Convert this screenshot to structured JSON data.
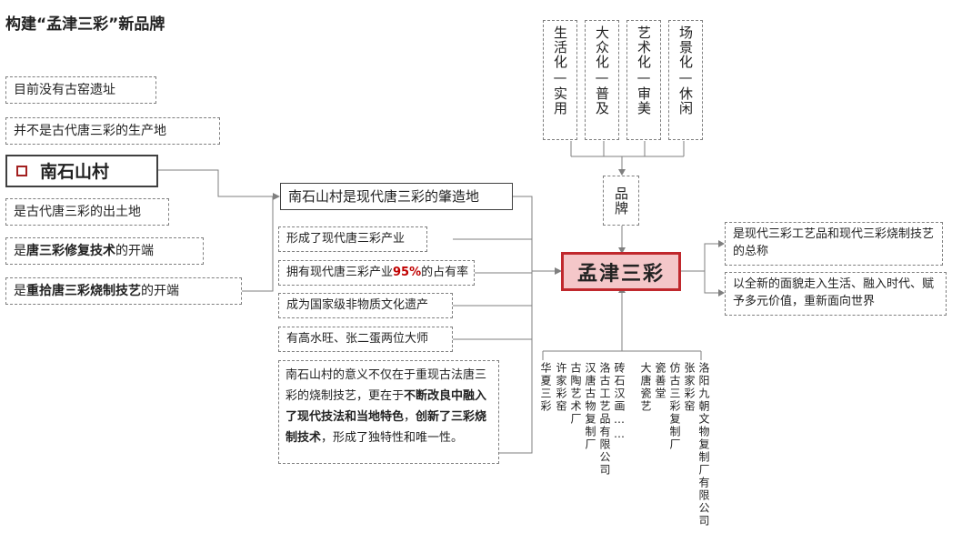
{
  "title": "构建“孟津三彩”新品牌",
  "left_items": {
    "item1": "目前没有古窑遗址",
    "item2": "并不是古代唐三彩的生产地",
    "place": "南石山村",
    "item3": "是古代唐三彩的出土地",
    "item4_a": "是",
    "item4_b": "唐三彩修复技术",
    "item4_c": "的开端",
    "item5_a": "是",
    "item5_b": "重拾唐三彩烧制技艺",
    "item5_c": "的开端"
  },
  "middle": {
    "origin": "南石山村是现代唐三彩的肇造地",
    "fact1": "形成了现代唐三彩产业",
    "fact2_a": "拥有现代唐三彩产业",
    "fact2_pct": "95%",
    "fact2_b": "的占有率",
    "fact3": "成为国家级非物质文化遗产",
    "fact4": "有高水旺、张二蛋两位大师",
    "meaning_a": "南石山村的意义不仅在于重现古法唐三彩的烧制技艺，更在于",
    "meaning_b": "不断改良中融入了现代技法和当地特色",
    "meaning_c": "，",
    "meaning_d": "创新了三彩烧制技术",
    "meaning_e": "，形成了独特性和唯一性。"
  },
  "center": {
    "brand_label": "品牌",
    "brand_name": "孟津三彩",
    "colors": {
      "brand_fill": "#f4c7c9",
      "brand_border": "#c0282d"
    }
  },
  "top_tags": [
    "生活化—实用",
    "大众化—普及",
    "艺术化—审美",
    "场景化—休闲"
  ],
  "right_items": {
    "def1": "是现代三彩工艺品和现代三彩烧制技艺的总称",
    "def2": "以全新的面貌走入生活、融入时代、赋予多元价值，重新面向世界"
  },
  "bottom_enterprises": [
    "华夏三彩",
    "许家彩窑",
    "古陶艺术厂",
    "汉唐古物复制厂",
    "洛古工艺品有限公司",
    "砖石汉画……",
    "大唐瓷艺",
    "瓷善堂",
    "仿古三彩复制厂",
    "张家彩窑",
    "洛阳九朝文物复制厂有限公司"
  ]
}
